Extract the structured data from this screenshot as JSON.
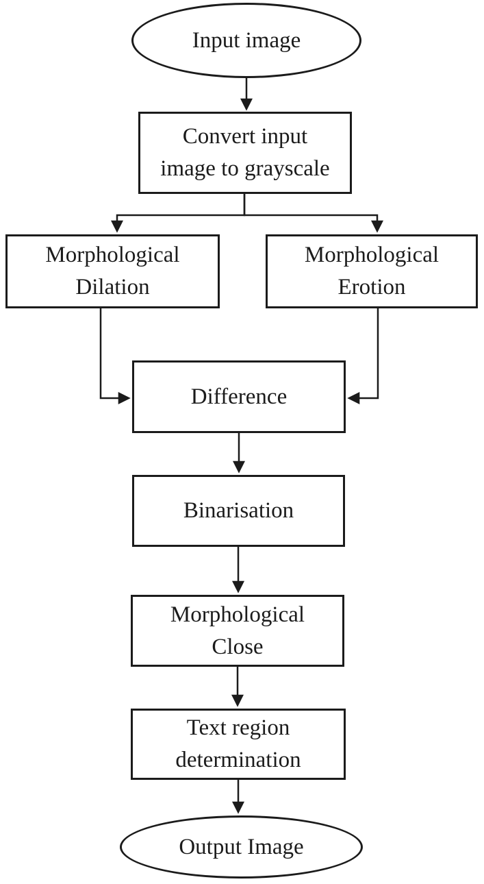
{
  "diagram": {
    "type": "flowchart",
    "colors": {
      "stroke": "#1b1b1b",
      "text": "#1b1b1b",
      "background": "#ffffff"
    },
    "nodes": [
      {
        "id": "input-image",
        "shape": "ellipse",
        "label": "Input image",
        "lines": [
          "Input image"
        ]
      },
      {
        "id": "convert-grayscale",
        "shape": "rectangle",
        "label": "Convert input image to grayscale",
        "lines": [
          "Convert input",
          "image to grayscale"
        ]
      },
      {
        "id": "morphological-dilation",
        "shape": "rectangle",
        "label": "Morphological Dilation",
        "lines": [
          "Morphological",
          "Dilation"
        ]
      },
      {
        "id": "morphological-erotion",
        "shape": "rectangle",
        "label": "Morphological Erotion",
        "lines": [
          "Morphological",
          "Erotion"
        ]
      },
      {
        "id": "difference",
        "shape": "rectangle",
        "label": "Difference",
        "lines": [
          "Difference"
        ]
      },
      {
        "id": "binarisation",
        "shape": "rectangle",
        "label": "Binarisation",
        "lines": [
          "Binarisation"
        ]
      },
      {
        "id": "morphological-close",
        "shape": "rectangle",
        "label": "Morphological Close",
        "lines": [
          "Morphological",
          "Close"
        ]
      },
      {
        "id": "text-region-determination",
        "shape": "rectangle",
        "label": "Text region determination",
        "lines": [
          "Text region",
          "determination"
        ]
      },
      {
        "id": "output-image",
        "shape": "ellipse",
        "label": "Output Image",
        "lines": [
          "Output Image"
        ]
      }
    ],
    "edges": [
      {
        "from": "input-image",
        "to": "convert-grayscale"
      },
      {
        "from": "convert-grayscale",
        "to": "morphological-dilation"
      },
      {
        "from": "convert-grayscale",
        "to": "morphological-erotion"
      },
      {
        "from": "morphological-dilation",
        "to": "difference"
      },
      {
        "from": "morphological-erotion",
        "to": "difference"
      },
      {
        "from": "difference",
        "to": "binarisation"
      },
      {
        "from": "binarisation",
        "to": "morphological-close"
      },
      {
        "from": "morphological-close",
        "to": "text-region-determination"
      },
      {
        "from": "text-region-determination",
        "to": "output-image"
      }
    ]
  }
}
